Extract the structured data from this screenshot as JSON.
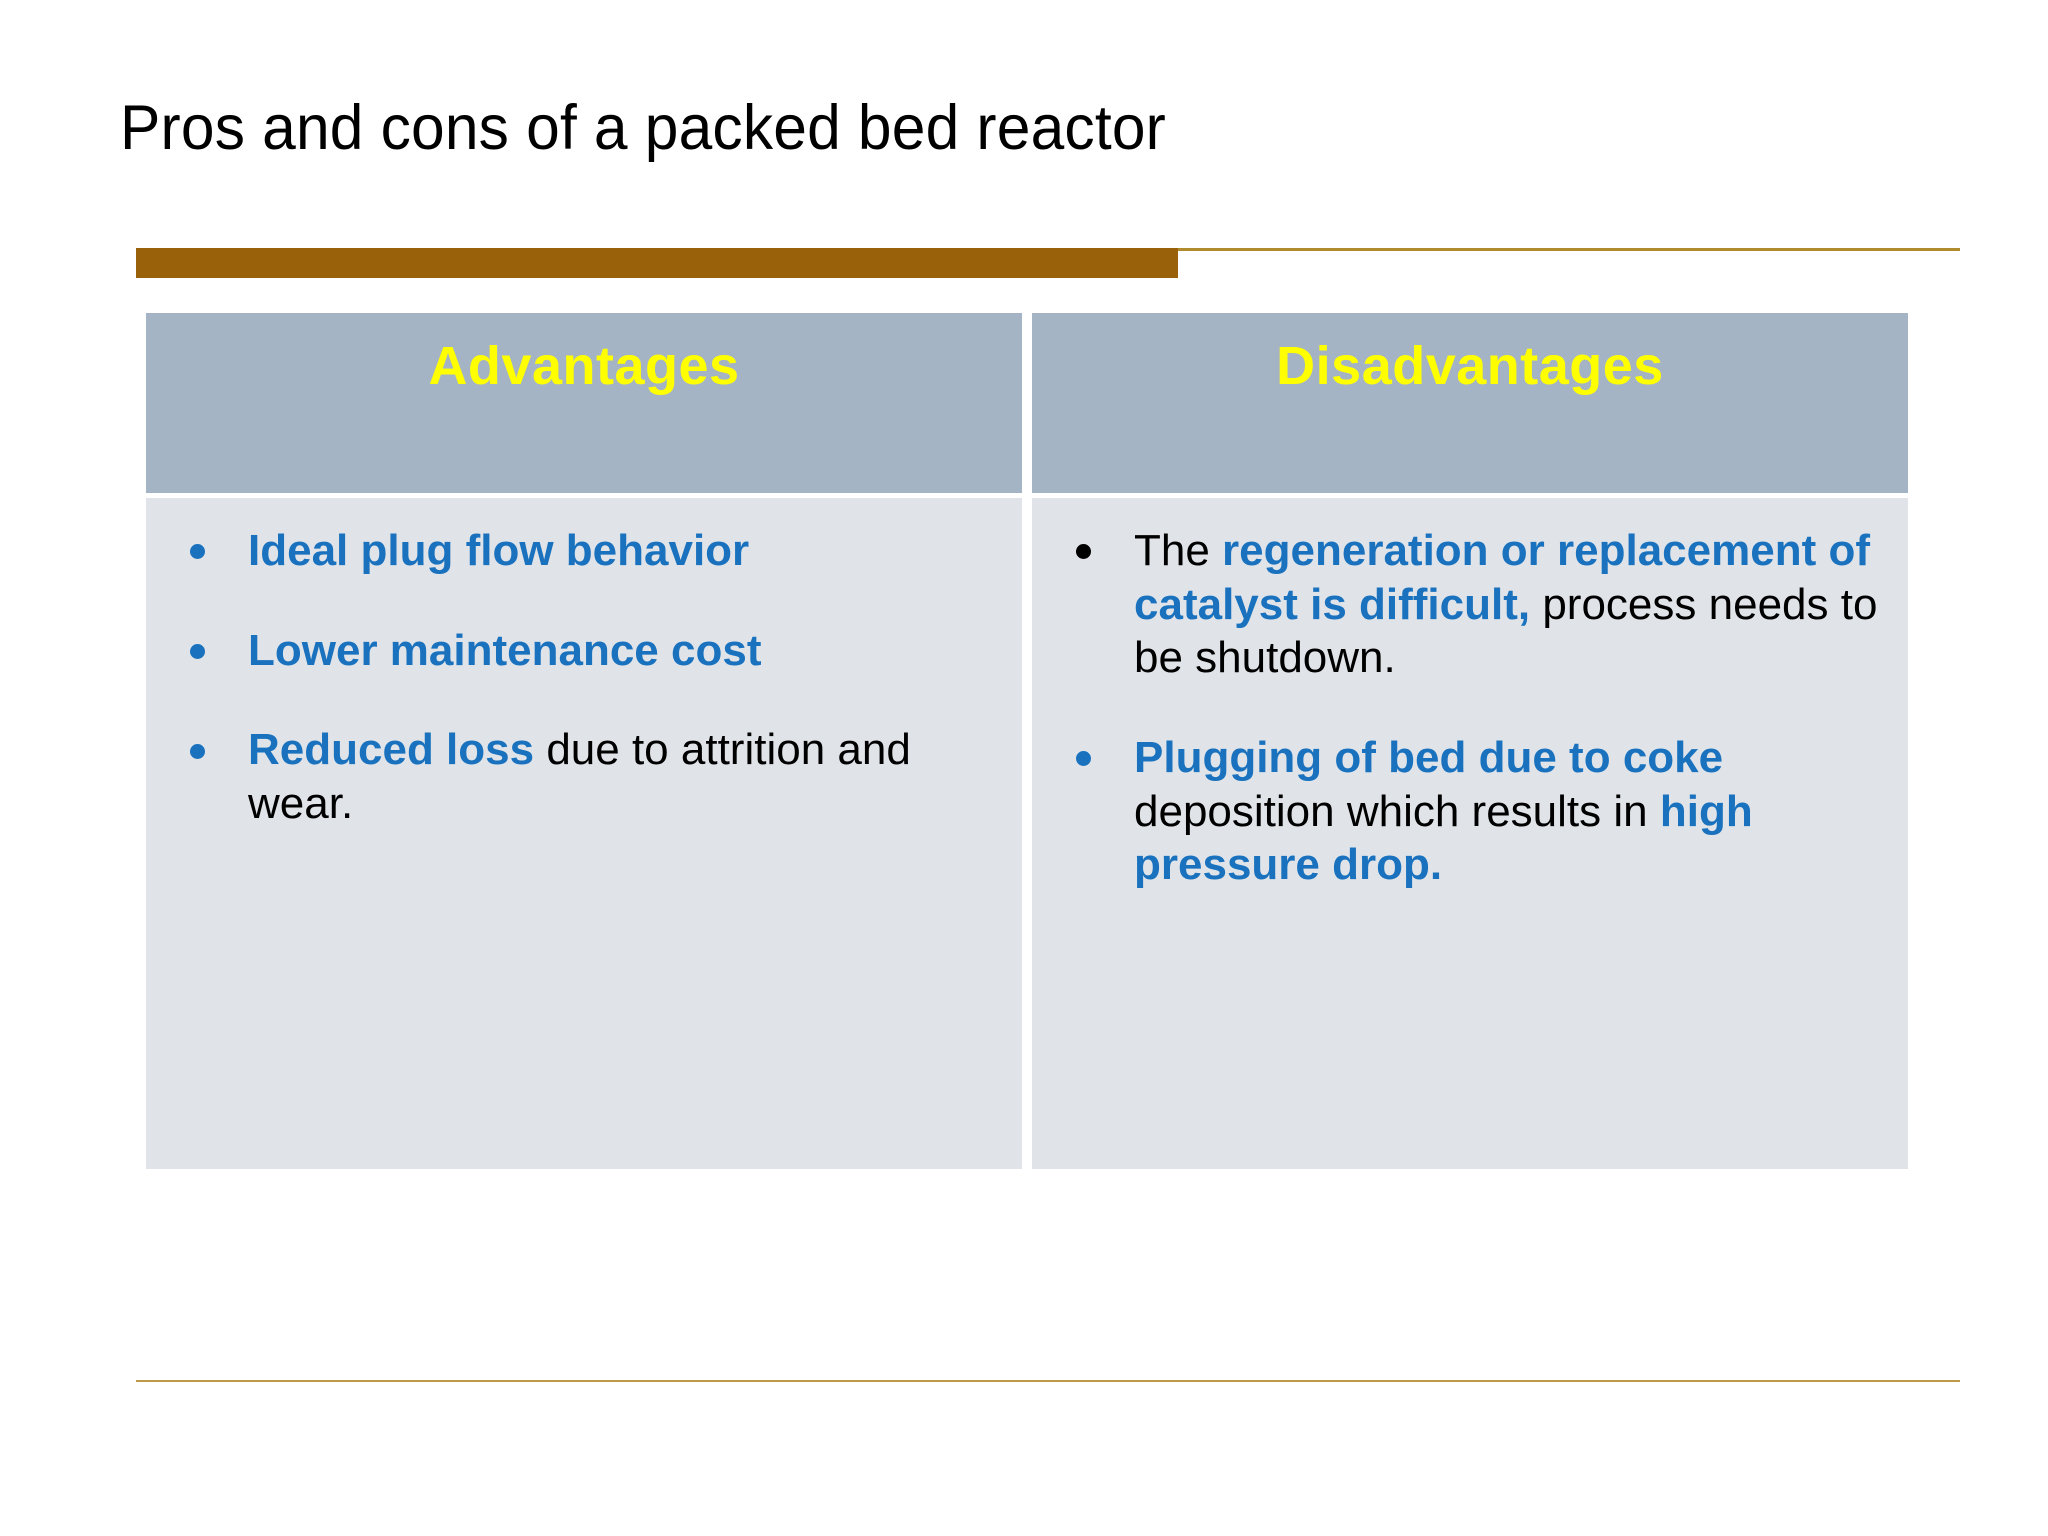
{
  "slide": {
    "title": "Pros and cons of a packed bed reactor",
    "colors": {
      "accent_gold": "#99620A",
      "accent_gold_thin": "#B08B2E",
      "header_fill": "#A5B4C4",
      "body_fill": "#E0E4E9",
      "header_text": "#FFFF00",
      "highlight_blue": "#1A72BE",
      "body_text": "#000000",
      "background": "#FFFFFF"
    }
  },
  "table": {
    "columns": [
      {
        "header": "Advantages"
      },
      {
        "header": "Disadvantages"
      }
    ],
    "advantages": [
      {
        "bullet_color": "blue",
        "segments": [
          {
            "text": "Ideal plug flow behavior",
            "style": "bold-blue"
          }
        ]
      },
      {
        "bullet_color": "blue",
        "segments": [
          {
            "text": "Lower maintenance cost",
            "style": "bold-blue"
          }
        ]
      },
      {
        "bullet_color": "blue",
        "segments": [
          {
            "text": "Reduced loss",
            "style": "bold-blue"
          },
          {
            "text": " due to attrition and wear.",
            "style": "normal-black"
          }
        ]
      }
    ],
    "disadvantages": [
      {
        "bullet_color": "black",
        "segments": [
          {
            "text": "The ",
            "style": "normal-black"
          },
          {
            "text": "regeneration or replacement of catalyst is difficult,",
            "style": "bold-blue"
          },
          {
            "text": " process needs to be shutdown.",
            "style": "normal-black"
          }
        ]
      },
      {
        "bullet_color": "blue",
        "segments": [
          {
            "text": "Plugging of bed due to coke",
            "style": "bold-blue"
          },
          {
            "text": " deposition which results in ",
            "style": "normal-black"
          },
          {
            "text": "high pressure drop.",
            "style": "bold-blue"
          }
        ]
      }
    ]
  },
  "text": {
    "adv_0_full": "Ideal plug flow behavior",
    "adv_1_full": "Lower maintenance cost",
    "adv_2_bold": "Reduced loss",
    "adv_2_rest": " due to attrition and wear.",
    "dis_0_pre": "The ",
    "dis_0_bold": "regeneration or replacement of catalyst is difficult,",
    "dis_0_post": " process needs to be shutdown.",
    "dis_1_bold_a": "Plugging of bed due to coke",
    "dis_1_mid": " deposition which results in ",
    "dis_1_bold_b": "high pressure drop."
  }
}
